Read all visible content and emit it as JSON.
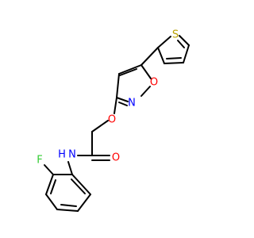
{
  "atoms": {
    "S": {
      "label": "S",
      "color": "#b8a000"
    },
    "N1": {
      "label": "N",
      "color": "#0000ff"
    },
    "O1": {
      "label": "O",
      "color": "#ff0000"
    },
    "O2": {
      "label": "O",
      "color": "#ff0000"
    },
    "O3": {
      "label": "O",
      "color": "#ff0000"
    },
    "N2": {
      "label": "N",
      "color": "#0000ff"
    },
    "H": {
      "label": "H",
      "color": "#0000ff"
    },
    "F": {
      "label": "F",
      "color": "#33cc33"
    }
  },
  "colors": {
    "bond": "#000000",
    "background": "#ffffff"
  }
}
